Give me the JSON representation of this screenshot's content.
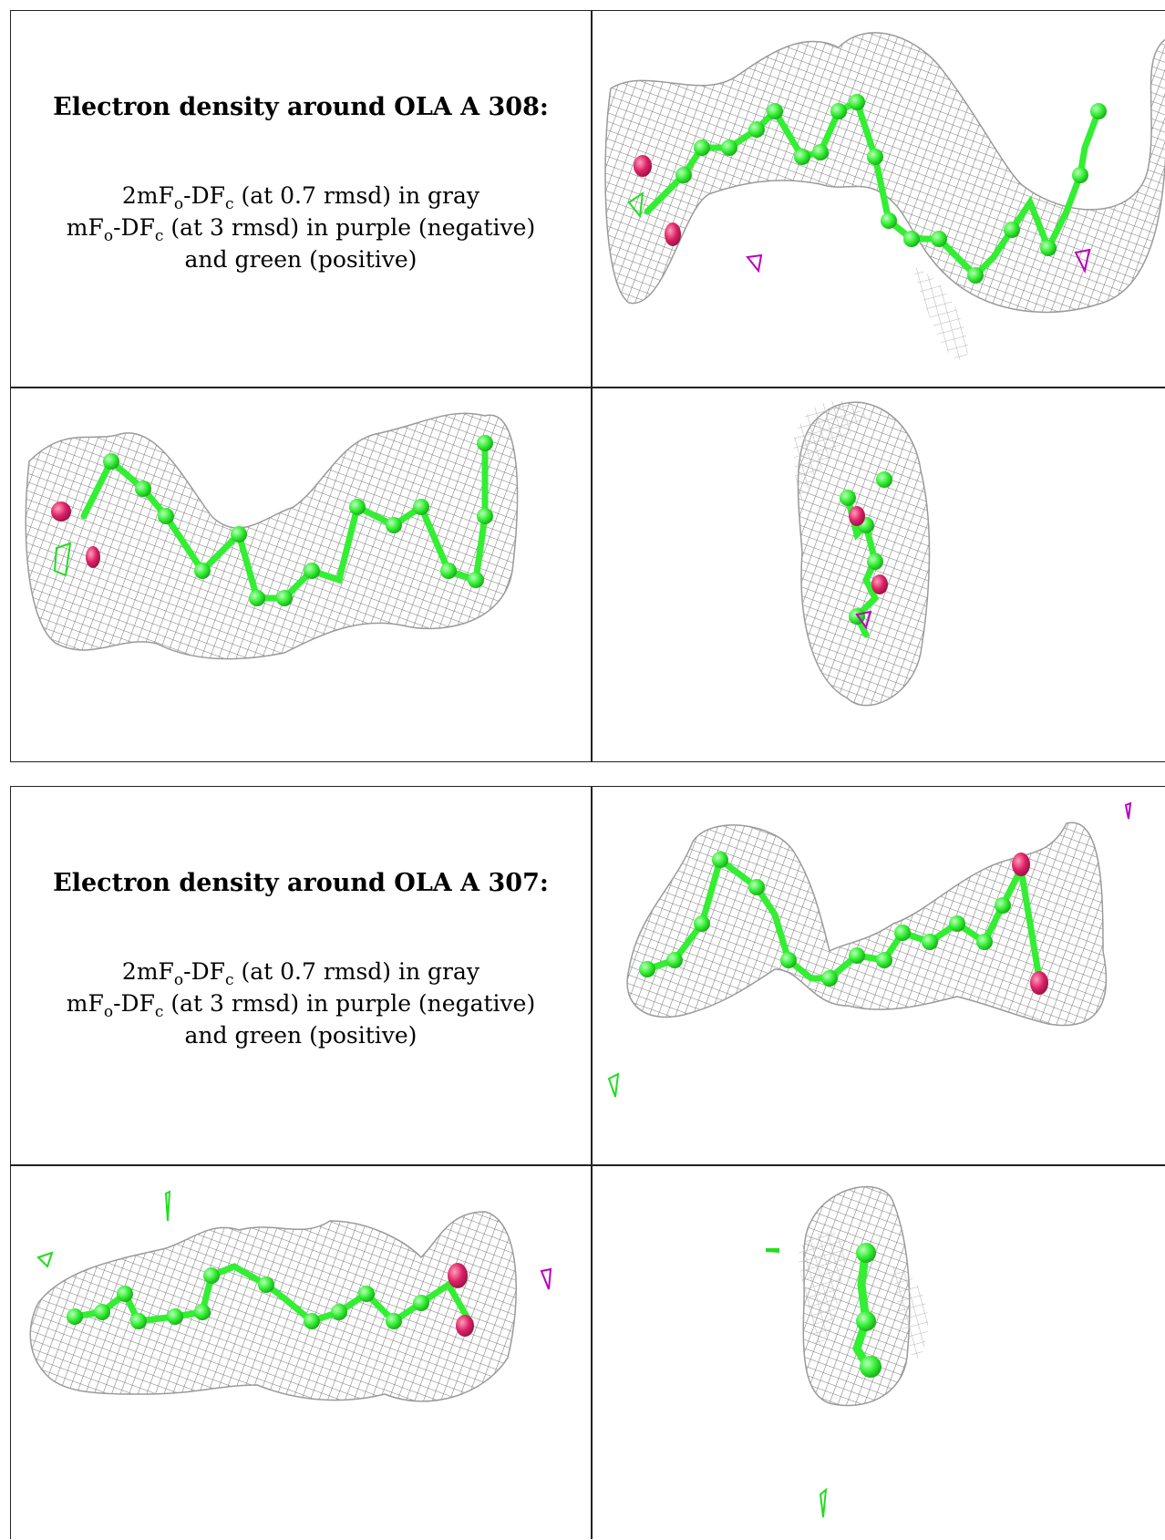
{
  "panels": [
    {
      "heading": "Electron density around OLA A 308:",
      "legend": {
        "line1": {
          "a": "2mF",
          "a_sub": "o",
          "b": "-DF",
          "b_sub": "c",
          "c": " (at 0.7 rmsd) in gray"
        },
        "line2": {
          "a": "mF",
          "a_sub": "o",
          "b": "-DF",
          "b_sub": "c",
          "c": " (at 3 rmsd) in purple (negative)"
        },
        "line3": "and green (positive)"
      }
    },
    {
      "heading": "Electron density around OLA A 307:",
      "legend": {
        "line1": {
          "a": "2mF",
          "a_sub": "o",
          "b": "-DF",
          "b_sub": "c",
          "c": " (at 0.7 rmsd) in gray"
        },
        "line2": {
          "a": "mF",
          "a_sub": "o",
          "b": "-DF",
          "b_sub": "c",
          "c": " (at 3 rmsd) in purple (negative)"
        },
        "line3": "and green (positive)"
      }
    }
  ],
  "colors": {
    "mesh": "#8c8c8c",
    "carbon": "#33ee33",
    "oxygen": "#dd2266",
    "negative": "#bb00bb",
    "positive": "#22dd22"
  }
}
